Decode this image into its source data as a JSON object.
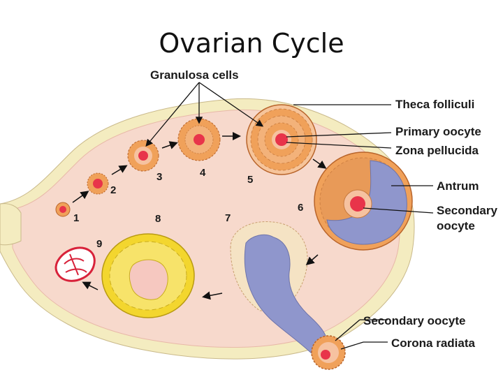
{
  "slide": {
    "title": "Ovarian Cycle"
  },
  "labels": {
    "granulosa": "Granulosa cells",
    "theca": "Theca folliculi",
    "primary_oocyte": "Primary oocyte",
    "zona": "Zona pellucida",
    "antrum": "Antrum",
    "secondary_oocyte_line1": "Secondary",
    "secondary_oocyte_line2": "oocyte",
    "ovulated_oocyte": "Secondary oocyte",
    "corona": "Corona radiata"
  },
  "stages": [
    "1",
    "2",
    "3",
    "4",
    "5",
    "6",
    "7",
    "8",
    "9"
  ],
  "colors": {
    "ovary_fill": "#f7d9cc",
    "ovary_border": "#f4ecc0",
    "follicle_cells": "#f0a15a",
    "oocyte": "#e8344a",
    "antrum": "#8f96cc",
    "corpus_luteum": "#f3d62e",
    "corpus_albicans": "#d8223a"
  }
}
